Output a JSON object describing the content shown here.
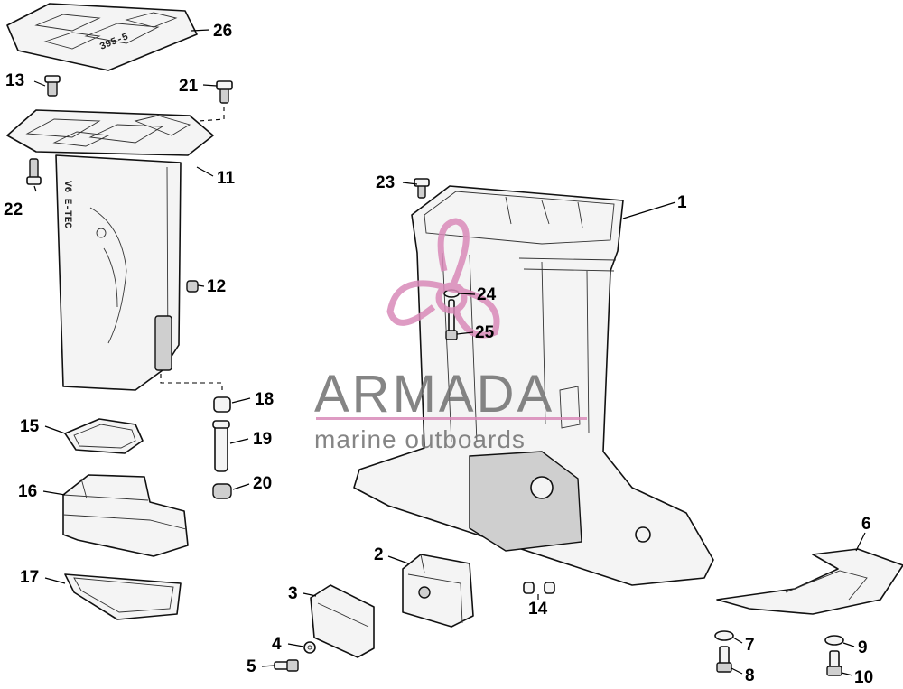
{
  "watermark": {
    "brand": "ARMADA",
    "tagline": "marine outboards",
    "accent_color": "#d98ab9"
  },
  "castings": {
    "adapter_text": "V6 E-TEC"
  },
  "callouts": {
    "c1": "1",
    "c2": "2",
    "c3": "3",
    "c4": "4",
    "c5": "5",
    "c6": "6",
    "c7": "7",
    "c8": "8",
    "c9": "9",
    "c10": "10",
    "c11": "11",
    "c12": "12",
    "c13": "13",
    "c14": "14",
    "c15": "15",
    "c16": "16",
    "c17": "17",
    "c18": "18",
    "c19": "19",
    "c20": "20",
    "c21": "21",
    "c22": "22",
    "c23": "23",
    "c24": "24",
    "c25": "25",
    "c26": "26"
  }
}
